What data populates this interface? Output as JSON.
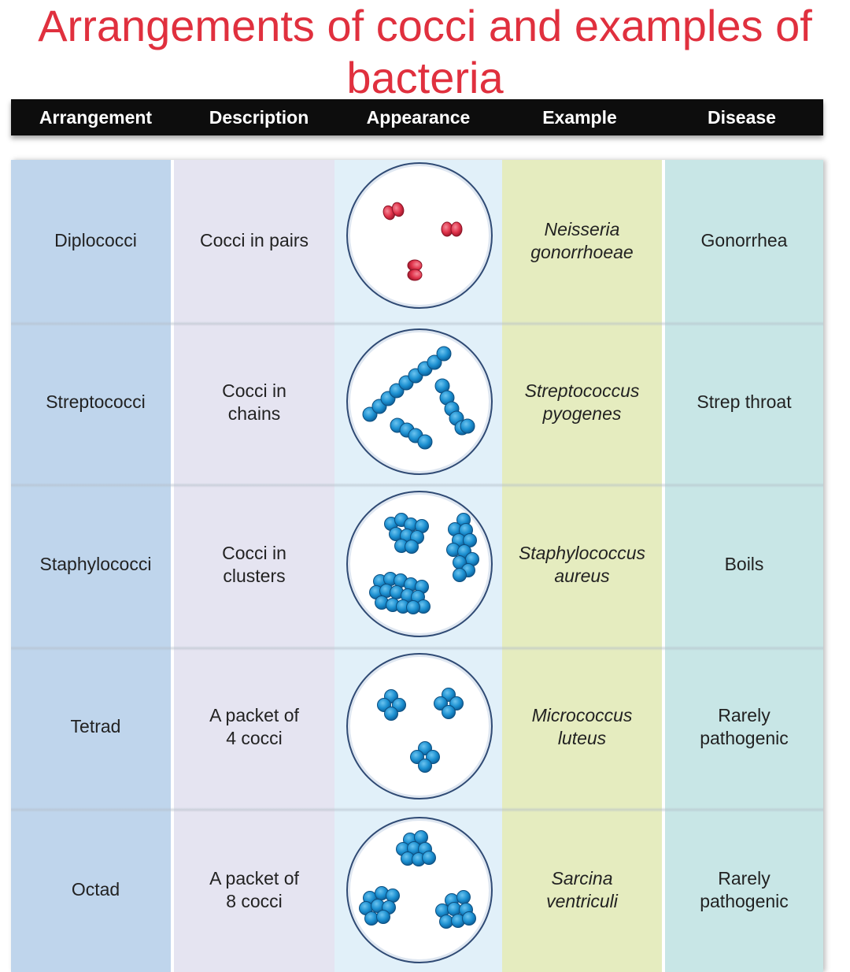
{
  "title": "Arrangements of cocci and examples of bacteria",
  "headers": [
    "Arrangement",
    "Description",
    "Appearance",
    "Example",
    "Disease"
  ],
  "rows": [
    {
      "arrangement": "Diplococci",
      "description": "Cocci in pairs",
      "example": "Neisseria\ngonorrhoeae",
      "disease": "Gonorrhea"
    },
    {
      "arrangement": "Streptococci",
      "description": "Cocci in\nchains",
      "example": "Streptococcus\npyogenes",
      "disease": "Strep throat"
    },
    {
      "arrangement": "Staphylococci",
      "description": "Cocci in\nclusters",
      "example": "Staphylococcus\naureus",
      "disease": "Boils"
    },
    {
      "arrangement": "Tetrad",
      "description": "A packet of\n4 cocci",
      "example": "Micrococcus\nluteus",
      "disease": "Rarely\npathogenic"
    },
    {
      "arrangement": "Octad",
      "description": "A packet of\n8 cocci",
      "example": "Sarcina\nventriculi",
      "disease": "Rarely\npathogenic"
    }
  ],
  "colors": {
    "title": "#e0303e",
    "diplococcus": "#e0324a",
    "coccus_blue": "#1b8fd0",
    "coccus_outline": "#0d4f80"
  },
  "illustration_icons": [
    "diplococci-illustration",
    "streptococci-illustration",
    "staphylococci-illustration",
    "tetrad-illustration",
    "octad-illustration"
  ]
}
